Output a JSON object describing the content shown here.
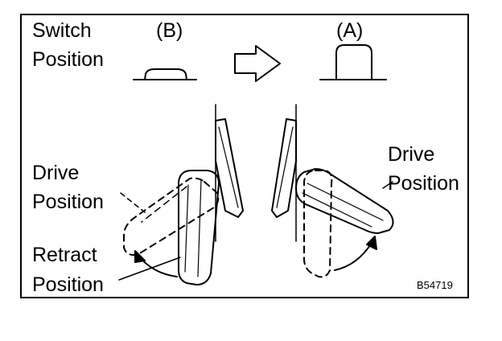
{
  "labels": {
    "switch": "Switch",
    "position": "Position",
    "b": "(B)",
    "a": "(A)",
    "drive": "Drive",
    "drive_position": "Position",
    "retract": "Retract",
    "retract_position": "Position",
    "drive_right": "Drive",
    "drive_right_position": "Position"
  },
  "figure_code": "B54719",
  "colors": {
    "line": "#000000",
    "background": "#ffffff"
  }
}
